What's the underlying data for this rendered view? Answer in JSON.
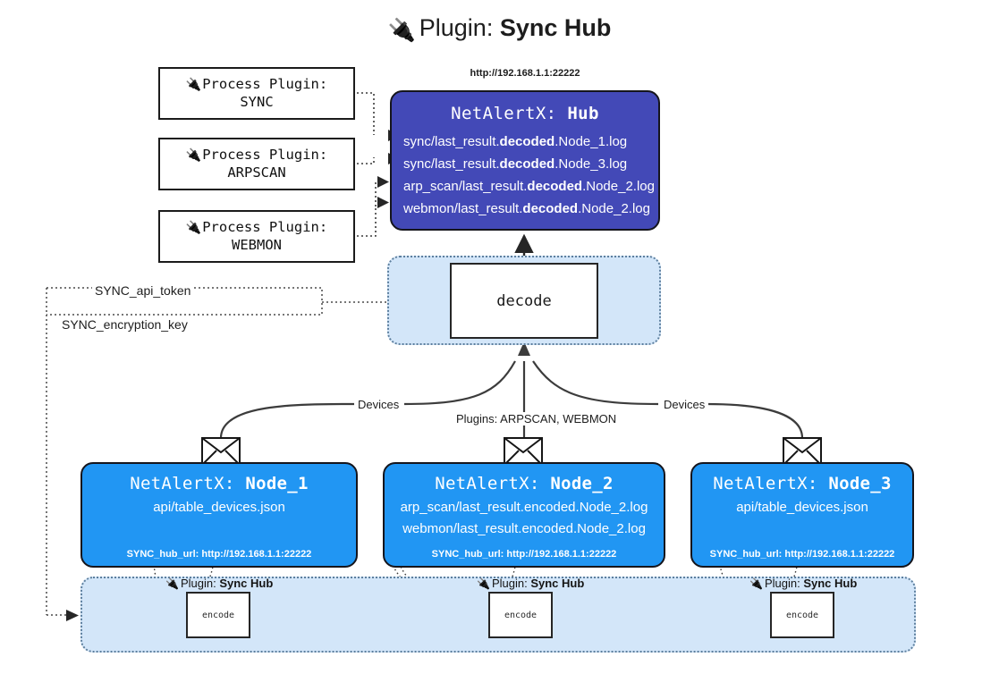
{
  "title": {
    "icon": "plug-icon",
    "prefix": "Plugin:",
    "name": "Sync Hub"
  },
  "process_plugins": [
    {
      "icon": "plug-icon",
      "label": "Process Plugin:",
      "name": "SYNC"
    },
    {
      "icon": "plug-icon",
      "label": "Process Plugin:",
      "name": "ARPSCAN"
    },
    {
      "icon": "plug-icon",
      "label": "Process Plugin:",
      "name": "WEBMON"
    }
  ],
  "hub": {
    "url": "http://192.168.1.1:22222",
    "title_prefix": "NetAlertX:",
    "title_name": "Hub",
    "logs": [
      {
        "pre": "sync/last_result.",
        "strong": "decoded",
        "post": ".Node_1.log"
      },
      {
        "pre": "sync/last_result.",
        "strong": "decoded",
        "post": ".Node_3.log"
      },
      {
        "pre": "arp_scan/last_result.",
        "strong": "decoded",
        "post": ".Node_2.log"
      },
      {
        "pre": "webmon/last_result.",
        "strong": "decoded",
        "post": ".Node_2.log"
      }
    ]
  },
  "decode": {
    "label": "decode"
  },
  "settings": {
    "api_token": "SYNC_api_token",
    "encryption_key": "SYNC_encryption_key"
  },
  "edge_labels": {
    "devices_left": "Devices",
    "devices_right": "Devices",
    "plugins": "Plugins: ARPSCAN, WEBMON"
  },
  "nodes": [
    {
      "title_prefix": "NetAlertX:",
      "title_name": "Node_1",
      "lines": [
        "api/table_devices.json"
      ],
      "hub_url_label": "SYNC_hub_url: http://192.168.1.1:22222",
      "envelope_icon": "envelope-icon"
    },
    {
      "title_prefix": "NetAlertX:",
      "title_name": "Node_2",
      "lines": [
        "arp_scan/last_result.encoded.Node_2.log",
        "webmon/last_result.encoded.Node_2.log"
      ],
      "hub_url_label": "SYNC_hub_url: http://192.168.1.1:22222",
      "envelope_icon": "envelope-icon"
    },
    {
      "title_prefix": "NetAlertX:",
      "title_name": "Node_3",
      "lines": [
        "api/table_devices.json"
      ],
      "hub_url_label": "SYNC_hub_url: http://192.168.1.1:22222",
      "envelope_icon": "envelope-icon"
    }
  ],
  "node_plugins": [
    {
      "icon": "plug-icon",
      "prefix": "Plugin:",
      "name": "Sync Hub",
      "action": "encode"
    },
    {
      "icon": "plug-icon",
      "prefix": "Plugin:",
      "name": "Sync Hub",
      "action": "encode"
    },
    {
      "icon": "plug-icon",
      "prefix": "Plugin:",
      "name": "Sync Hub",
      "action": "encode"
    }
  ],
  "colors": {
    "hub_fill": "#4349b7",
    "node_fill": "#2196f3",
    "container_fill": "#d3e6f9",
    "container_stroke": "#5d7f9e",
    "stroke": "#262626"
  }
}
